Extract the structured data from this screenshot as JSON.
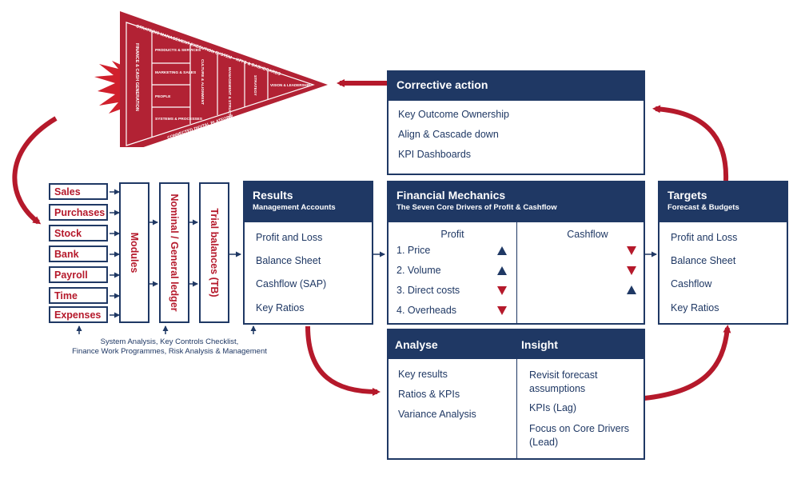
{
  "pennant": {
    "top_label": "STRATEGIC MANAGEMENT EXECUTION SYSTEM – KPI'S & DASHBOARDS",
    "bottom_label": "CONNECTED DIGITAL PLATFORM",
    "side_label": "FINANCE & CASH GENERATION",
    "cells": [
      "PRODUCTS & SERVICES",
      "MARKETING & SALES",
      "PEOPLE",
      "SYSTEMS & PROCESSES"
    ],
    "columns": [
      "CULTURE & ALIGNMENT",
      "MANAGEMENT & STRUCTURE",
      "STRATEGY"
    ],
    "tip": "VISION & LEADERSHIP"
  },
  "sources": [
    "Sales",
    "Purchases",
    "Stock",
    "Bank",
    "Payroll",
    "Time",
    "Expenses"
  ],
  "processing": {
    "modules": "Modules",
    "ledger": "Nominal / General ledger",
    "trial": "Trial balances (TB)"
  },
  "footnote": {
    "line1": "System Analysis, Key Controls Checklist,",
    "line2": "Finance Work Programmes, Risk Analysis & Management"
  },
  "results": {
    "title": "Results",
    "subtitle": "Management Accounts",
    "items": [
      "Profit and Loss",
      "Balance Sheet",
      "Cashflow (SAP)",
      "Key Ratios"
    ]
  },
  "financial": {
    "title": "Financial Mechanics",
    "subtitle": "The Seven Core Drivers of Profit & Cashflow",
    "profit_header": "Profit",
    "cashflow_header": "Cashflow",
    "items": [
      "1. Price",
      "2. Volume",
      "3. Direct costs",
      "4. Overheads"
    ]
  },
  "targets": {
    "title": "Targets",
    "subtitle": "Forecast & Budgets",
    "items": [
      "Profit and Loss",
      "Balance Sheet",
      "Cashflow",
      "Key Ratios"
    ]
  },
  "corrective": {
    "title": "Corrective action",
    "items": [
      "Key Outcome Ownership",
      "Align & Cascade down",
      "KPI Dashboards"
    ]
  },
  "analyse": {
    "title": "Analyse",
    "items": [
      "Key results",
      "Ratios & KPIs",
      "Variance Analysis"
    ]
  },
  "insight": {
    "title": "Insight",
    "items": [
      "Revisit forecast assumptions",
      "KPIs (Lag)",
      "Focus on Core Drivers (Lead)"
    ]
  },
  "colors": {
    "navy": "#1f3864",
    "red": "#b5192b",
    "pennant_fill": "#b22234"
  }
}
